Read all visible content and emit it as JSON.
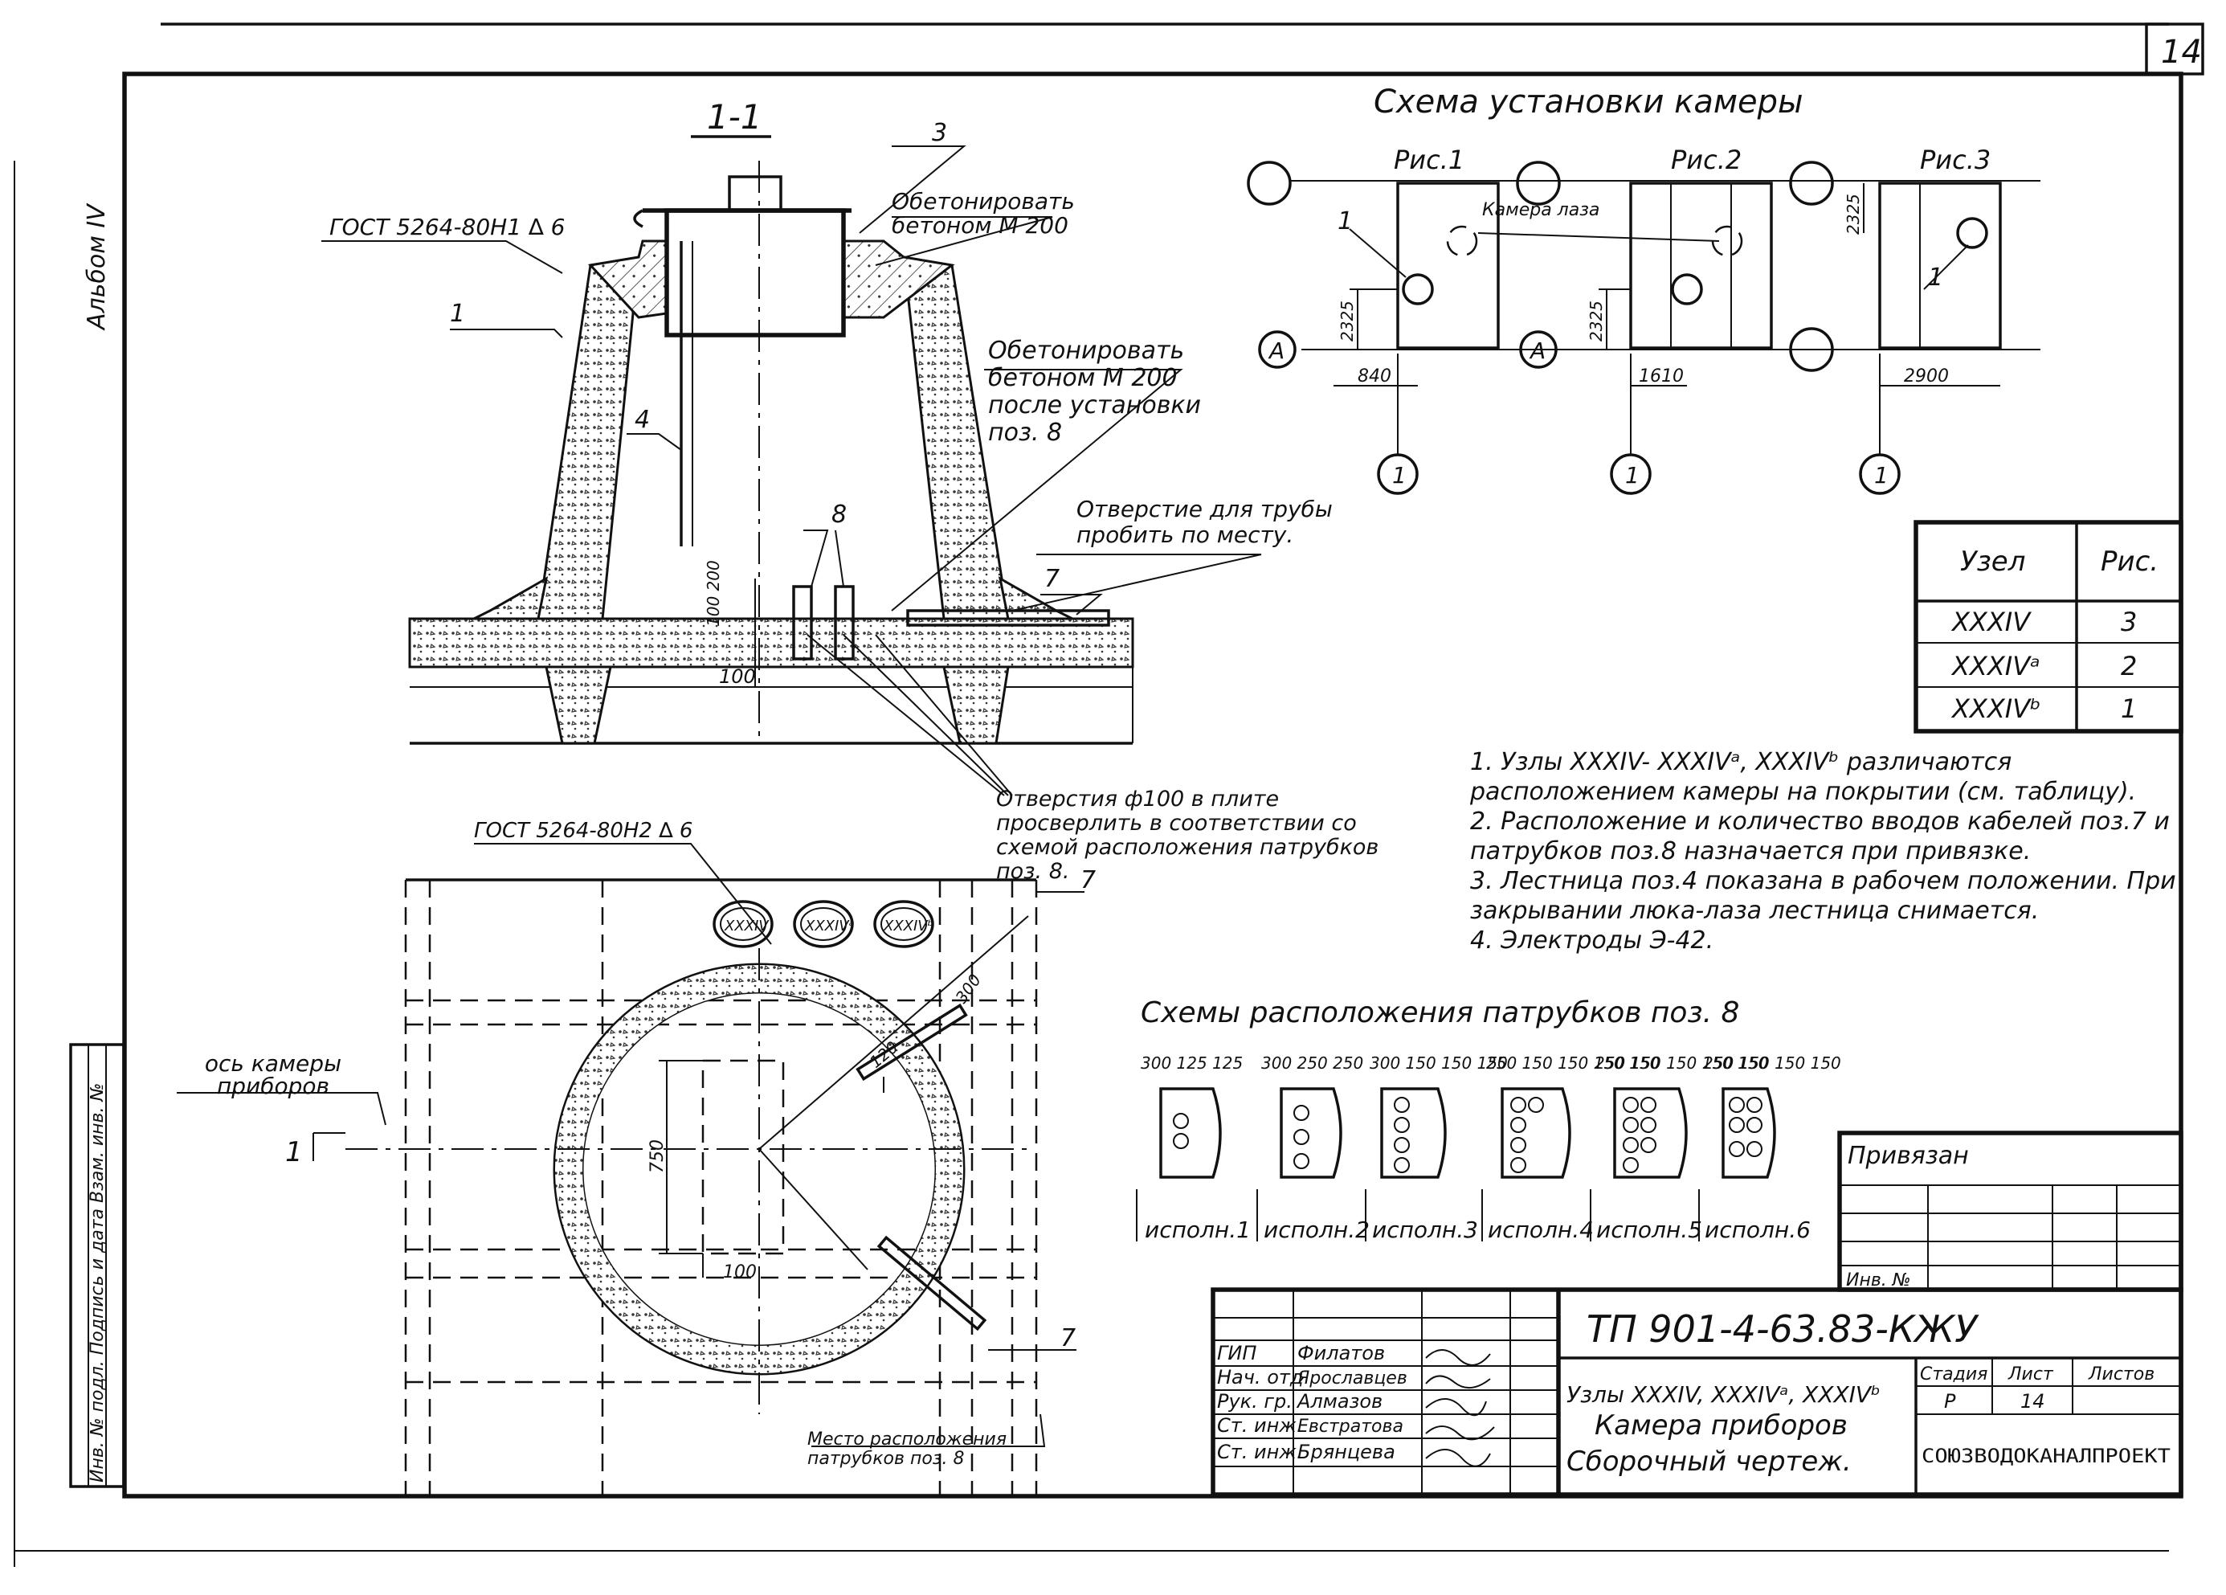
{
  "sheet": {
    "page_number": "14",
    "album_label": "Альбом IV",
    "side_stamp": "Инв. № подл.   Подпись и дата   Взам. инв. №"
  },
  "section": {
    "label": "1-1",
    "gost_top": "ГОСТ 5264-80Н1 ∆ 6",
    "callout_1": "1",
    "callout_3": "3",
    "callout_4": "4",
    "callout_7": "7",
    "callout_8": "8",
    "note_concrete_1": "Обетонировать бетоном М 200",
    "note_concrete_2": "Обетонировать бетоном М 200 после установки поз. 8",
    "note_pipe_hole": "Отверстие для трубы пробить по месту.",
    "dim_100": "100",
    "dim_100_200": "100 200"
  },
  "plan": {
    "gost": "ГОСТ 5264-80Н2 ∆ 6",
    "axis_label": "ось камеры приборов",
    "section_mark": "1",
    "node_badges": [
      "XXXIV",
      "XXXIVᵃ",
      "XXXIVᵇ"
    ],
    "drill_note": "Отверстия ф100 в плите просверлить в соответствии со схемой расположения патрубков поз. 8.",
    "dim_750": "750",
    "dim_100": "100",
    "dim_300": "300",
    "dim_120": "120",
    "callout_7a": "7",
    "callout_7b": "7",
    "place_note": "Место расположения патрубков поз. 8"
  },
  "scheme": {
    "title": "Схема установки камеры",
    "figures": [
      {
        "label": "Рис.1",
        "dim_v": "2325",
        "dim_h": "840",
        "callout": "1",
        "axis_letter": "А",
        "axis_num": "1"
      },
      {
        "label": "Рис.2",
        "dim_v": "2325",
        "dim_h": "1610",
        "callout": "",
        "axis_letter": "А",
        "axis_num": "1"
      },
      {
        "label": "Рис.3",
        "dim_v": "2325",
        "dim_h": "2900",
        "callout": "1",
        "axis_letter": "",
        "axis_num": "1"
      }
    ],
    "camera_label": "Камера лаза"
  },
  "node_table": {
    "headers": [
      "Узел",
      "Рис."
    ],
    "rows": [
      [
        "XXXIV",
        "3"
      ],
      [
        "XXXIVᵃ",
        "2"
      ],
      [
        "XXXIVᵇ",
        "1"
      ]
    ]
  },
  "notes": [
    "1. Узлы XXXIV- XXXIVᵃ, XXXIVᵇ различаются расположением камеры на покрытии (см. таблицу).",
    "2. Расположение и количество вводов кабелей поз.7 и патрубков поз.8 назначается при привязке.",
    "3. Лестница поз.4 показана в рабочем положении. При закрывании люка-лаза лестница снимается.",
    "4. Электроды Э-42."
  ],
  "nozzles": {
    "title": "Схемы расположения патрубков поз. 8",
    "variants": [
      {
        "label": "исполн.1",
        "dims": "300  125 125"
      },
      {
        "label": "исполн.2",
        "dims": "300  250 250"
      },
      {
        "label": "исполн.3",
        "dims": "300  150 150 150"
      },
      {
        "label": "исполн.4",
        "dims": "250 150  150 150 150"
      },
      {
        "label": "исполн.5",
        "dims": "250 150  150 150 150"
      },
      {
        "label": "исполн.6",
        "dims": "250 150  150 150"
      }
    ]
  },
  "binding": {
    "title": "Привязан",
    "inv": "Инв. №"
  },
  "title_block": {
    "code": "ТП 901-4-63.83-КЖУ",
    "staff": [
      {
        "role": "ГИП",
        "name": "Филатов"
      },
      {
        "role": "Нач. отд",
        "name": "Ярославцев"
      },
      {
        "role": "Рук. гр.",
        "name": "Алмазов"
      },
      {
        "role": "Ст. инж.",
        "name": "Евстратова"
      },
      {
        "role": "Ст. инж.",
        "name": "Брянцева"
      }
    ],
    "subject_line1": "Узлы XXXIV, XXXIVᵃ, XXXIVᵇ",
    "subject_line2": "Камера приборов",
    "subject_line3": "Сборочный чертеж.",
    "stage_header": "Стадия",
    "sheet_header": "Лист",
    "sheets_header": "Листов",
    "stage": "Р",
    "sheet": "14",
    "sheets": "",
    "org": "СОЮЗВОДОКАНАЛПРОЕКТ"
  }
}
